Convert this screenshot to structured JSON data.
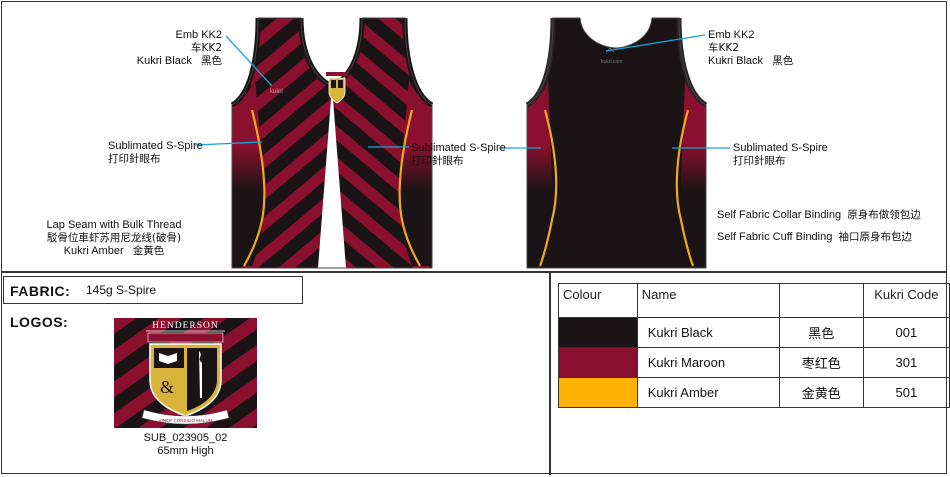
{
  "front_notes": {
    "emb": {
      "line1": "Emb KK2",
      "line2": "车KK2",
      "line3": "Kukri Black",
      "line3_zh": "黑色"
    },
    "sublimated": {
      "line1": "Sublimated S-Spire",
      "line2": "打印針眼布"
    },
    "lap_seam": {
      "line1": "Lap Seam with Bulk Thread",
      "line2": "駁骨位車虾苏用尼龙线(破骨)",
      "line3": "Kukri Amber",
      "line3_zh": "金黄色"
    }
  },
  "back_notes": {
    "emb": {
      "line1": "Emb KK2",
      "line2": "车KK2",
      "line3": "Kukri Black",
      "line3_zh": "黑色"
    },
    "sublimated_left": {
      "line1": "Sublimated S-Spire",
      "line2": "打印針眼布"
    },
    "sublimated_right": {
      "line1": "Sublimated S-Spire",
      "line2": "打印針眼布"
    },
    "collar": {
      "text": "Self Fabric Collar Binding",
      "zh": "原身布做领包边"
    },
    "cuff": {
      "text": "Self Fabric Cuff Binding",
      "zh": "袖口原身布包边"
    }
  },
  "fabric": {
    "label": "FABRIC:",
    "value": "145g S-Spire"
  },
  "logos": {
    "label": "LOGOS:",
    "school_name": "HENDERSON",
    "motto": "VINCE CONSILIO MALUM",
    "caption_code": "SUB_023905_02",
    "caption_size": "65mm High"
  },
  "colour_table": {
    "headers": [
      "Colour",
      "Name",
      "",
      "Kukri Code"
    ],
    "rows": [
      {
        "swatch": "#1a1416",
        "name": "Kukri Black",
        "zh": "黑色",
        "code": "001"
      },
      {
        "swatch": "#8b0f2e",
        "name": "Kukri Maroon",
        "zh": "枣红色",
        "code": "301"
      },
      {
        "swatch": "#ffb300",
        "name": "Kukri Amber",
        "zh": "金黄色",
        "code": "501"
      }
    ]
  },
  "colors": {
    "black": "#1a1416",
    "maroon": "#8b0f2e",
    "amber": "#f0a81c",
    "leader": "#1aa3d6"
  }
}
